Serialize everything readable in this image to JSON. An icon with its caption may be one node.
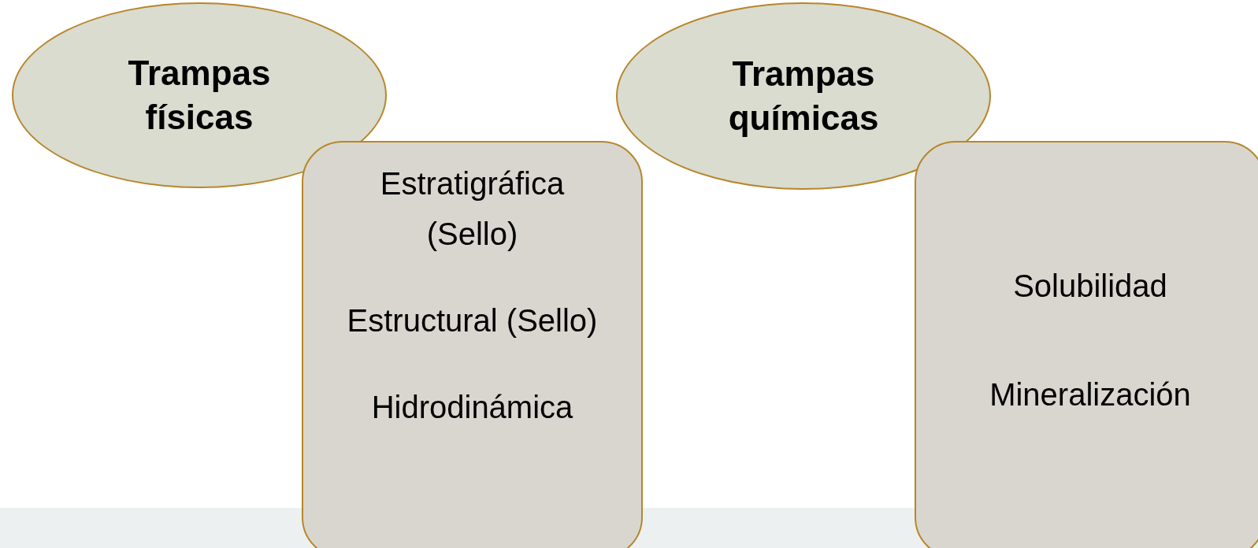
{
  "diagram": {
    "nodes": [
      {
        "text": [
          "Trampas físicas"
        ]
      },
      {
        "text": [
          "Estratigráfica (Sello)",
          "Estructural (Sello)",
          "Hidrodinámica"
        ]
      },
      {
        "text": [
          "Trampas químicas"
        ]
      },
      {
        "text": [
          "Solubilidad",
          "Mineralización"
        ]
      }
    ]
  }
}
